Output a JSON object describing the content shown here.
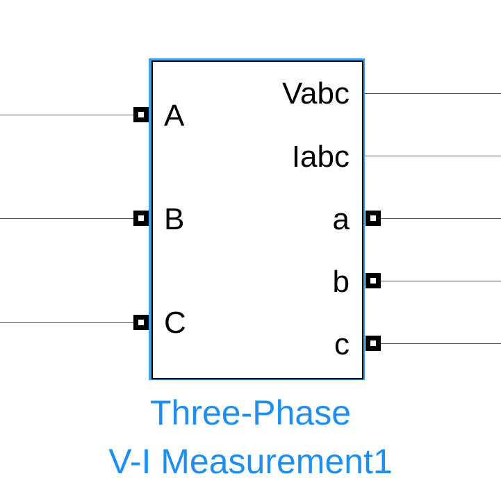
{
  "block": {
    "inputs": [
      "A",
      "B",
      "C"
    ],
    "outputs": [
      "Vabc",
      "Iabc",
      "a",
      "b",
      "c"
    ],
    "caption_line1": "Three-Phase",
    "caption_line2": "V-I Measurement1"
  },
  "colors": {
    "selection_border": "#3fa0f0",
    "caption_text": "#1e8ef0",
    "block_border": "#000000",
    "wire": "#555555"
  }
}
